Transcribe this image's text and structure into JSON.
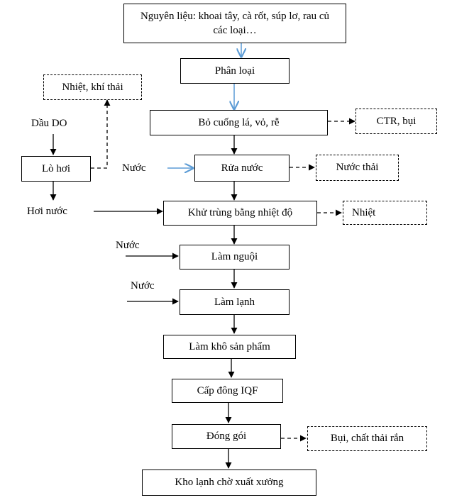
{
  "process": {
    "raw_material": "Nguyên liệu: khoai tây, cà rốt, súp lơ, rau củ các loại…",
    "sorting": "Phân loại",
    "trimming": "Bỏ cuống lá, vỏ, rễ",
    "washing": "Rửa nước",
    "sterilizing": "Khử trùng bằng nhiệt độ",
    "cooling": "Làm nguội",
    "chilling": "Làm lạnh",
    "drying": "Làm khô sản phẩm",
    "freezing": "Cấp đông IQF",
    "packing": "Đóng gói",
    "storage": "Kho lạnh chờ xuất xưởng"
  },
  "boiler": {
    "fuel": "Dầu DO",
    "unit": "Lò hơi",
    "emissions": "Nhiệt, khí thải",
    "steam": "Hơi nước"
  },
  "inputs": {
    "water_wash": "Nước",
    "water_cool": "Nước",
    "water_chill": "Nước"
  },
  "outputs": {
    "trimming_waste": "CTR, bụi",
    "wash_waste": "Nước thải",
    "sterilize_waste": "Nhiệt",
    "packing_waste": "Bụi, chất thải rắn"
  },
  "colors": {
    "line": "#000000",
    "blue_arrow": "#5b9bd5"
  }
}
